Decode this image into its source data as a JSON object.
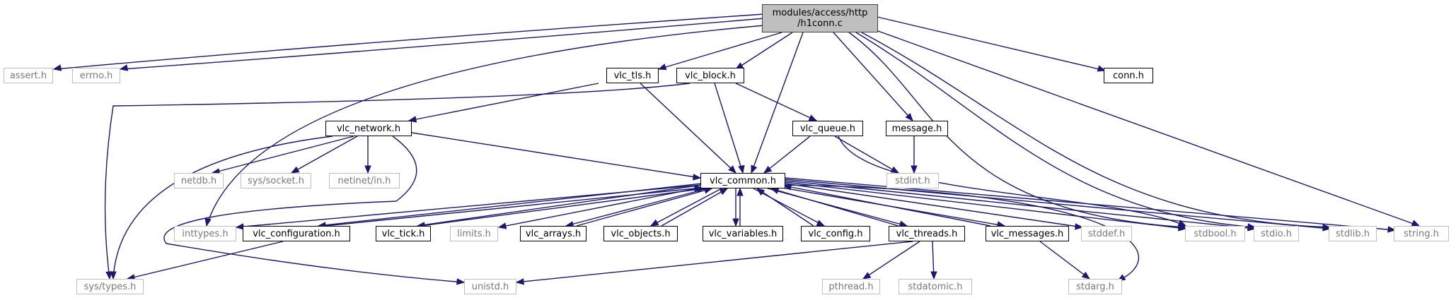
{
  "graph": {
    "root": {
      "line1": "modules/access/http",
      "line2": "/h1conn.c"
    },
    "nodes": {
      "assert": "assert.h",
      "errno": "errno.h",
      "vlc_tls": "vlc_tls.h",
      "vlc_block": "vlc_block.h",
      "conn": "conn.h",
      "vlc_network": "vlc_network.h",
      "vlc_queue": "vlc_queue.h",
      "message": "message.h",
      "netdb": "netdb.h",
      "sys_socket": "sys/socket.h",
      "netinet_in": "netinet/in.h",
      "vlc_common": "vlc_common.h",
      "stdint": "stdint.h",
      "inttypes": "inttypes.h",
      "vlc_configuration": "vlc_configuration.h",
      "vlc_tick": "vlc_tick.h",
      "limits": "limits.h",
      "vlc_arrays": "vlc_arrays.h",
      "vlc_objects": "vlc_objects.h",
      "vlc_variables": "vlc_variables.h",
      "vlc_config": "vlc_config.h",
      "vlc_threads": "vlc_threads.h",
      "vlc_messages": "vlc_messages.h",
      "stddef": "stddef.h",
      "stdbool": "stdbool.h",
      "stdio": "stdio.h",
      "stdlib": "stdlib.h",
      "string": "string.h",
      "sys_types": "sys/types.h",
      "unistd": "unistd.h",
      "pthread": "pthread.h",
      "stdatomic": "stdatomic.h",
      "stdarg": "stdarg.h"
    },
    "colors": {
      "edge": "#191970",
      "user_border": "#000000",
      "system_border": "#bfbfbf",
      "root_fill": "#bfbfbf"
    }
  }
}
